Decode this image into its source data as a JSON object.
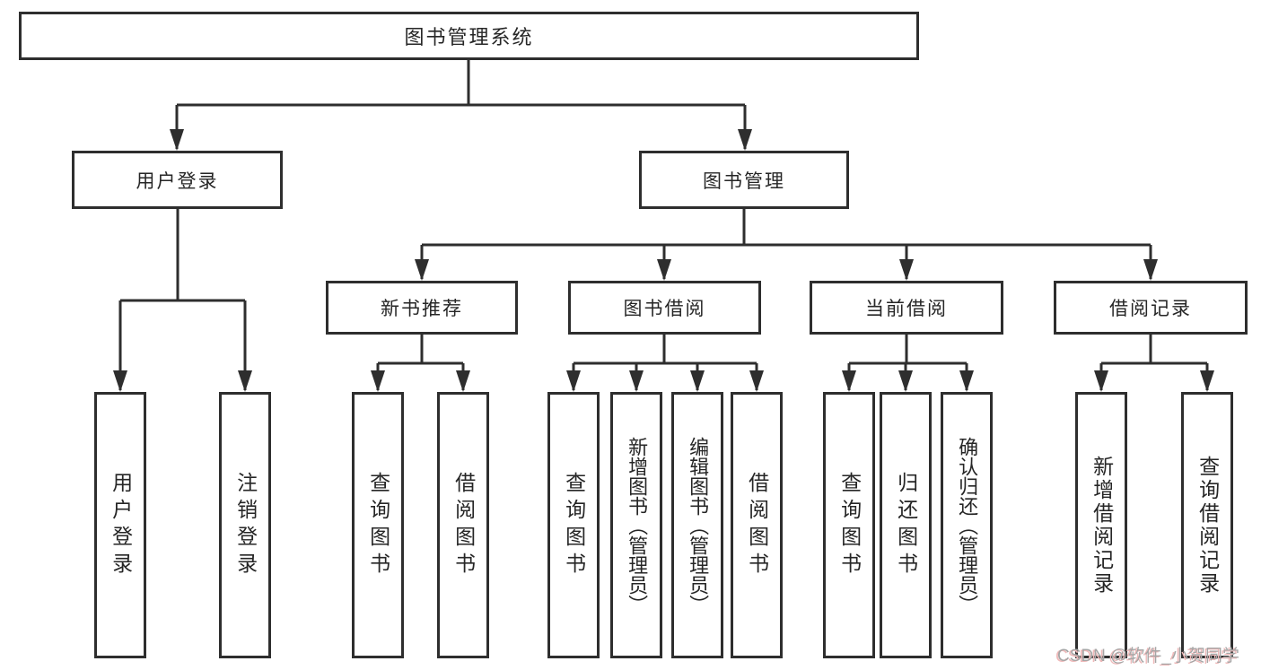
{
  "diagram": {
    "root": {
      "label": "图书管理系统"
    },
    "level2": [
      {
        "id": "user-login",
        "label": "用户登录",
        "children": [
          {
            "label": "用户登录"
          },
          {
            "label": "注销登录"
          }
        ]
      },
      {
        "id": "book-management",
        "label": "图书管理"
      }
    ],
    "level3": [
      {
        "id": "new-book-recommend",
        "label": "新书推荐",
        "children": [
          {
            "label": "查询图书"
          },
          {
            "label": "借阅图书"
          }
        ]
      },
      {
        "id": "book-borrow",
        "label": "图书借阅",
        "children": [
          {
            "label": "查询图书"
          },
          {
            "label": "新增图书（管理员）"
          },
          {
            "label": "编辑图书（管理员）"
          },
          {
            "label": "借阅图书"
          }
        ]
      },
      {
        "id": "current-borrow",
        "label": "当前借阅",
        "children": [
          {
            "label": "查询图书"
          },
          {
            "label": "归还图书"
          },
          {
            "label": "确认归还（管理员）"
          }
        ]
      },
      {
        "id": "borrow-records",
        "label": "借阅记录",
        "children": [
          {
            "label": "新增借阅记录"
          },
          {
            "label": "查询借阅记录"
          }
        ]
      }
    ],
    "watermark": "CSDN @软件_小贺同学",
    "colors": {
      "line": "#2e2e2e",
      "box_fill": "#ffffff",
      "text": "#262626",
      "watermark": "#a6a6a6",
      "watermark_shadow": "#efb9b9"
    }
  }
}
